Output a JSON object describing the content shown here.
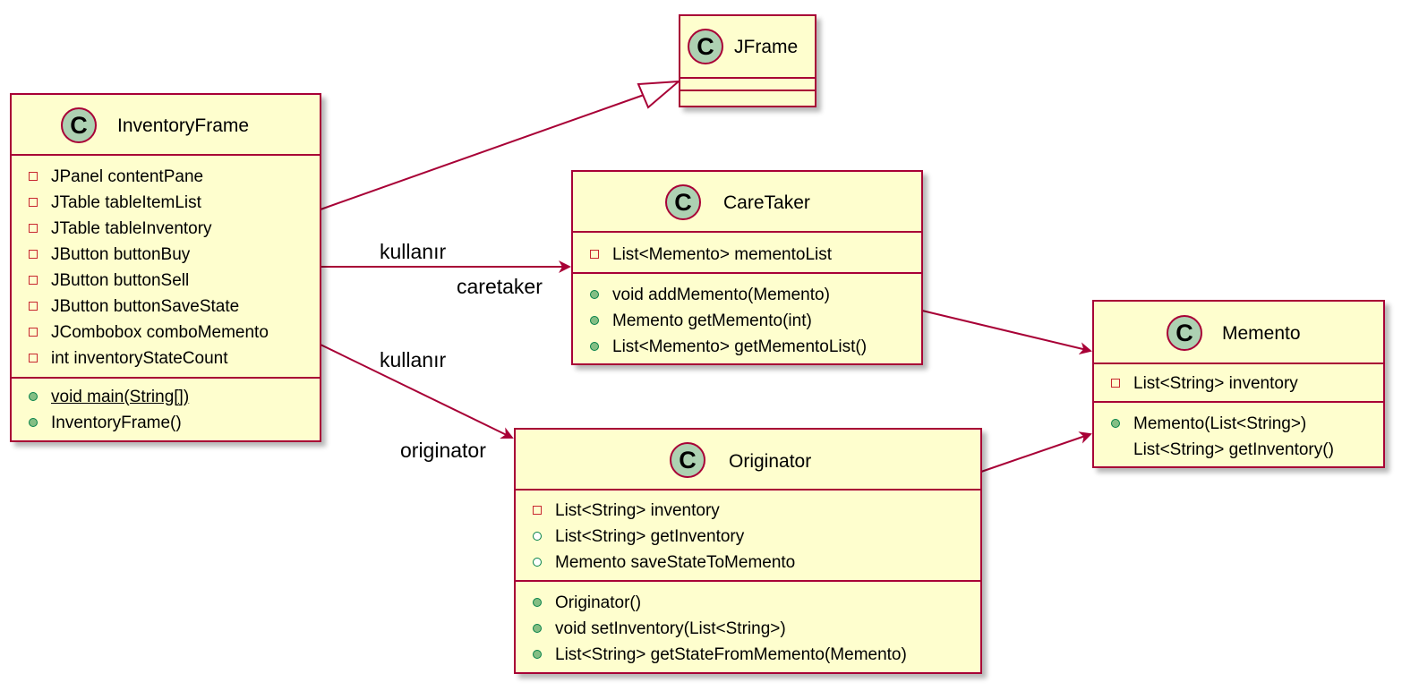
{
  "classes": {
    "jframe": {
      "name": "JFrame",
      "icon": "C",
      "attributes": [],
      "methods": []
    },
    "inventory_frame": {
      "name": "InventoryFrame",
      "icon": "C",
      "attributes": [
        {
          "vis": "private",
          "text": "JPanel contentPane"
        },
        {
          "vis": "private",
          "text": "JTable tableItemList"
        },
        {
          "vis": "private",
          "text": "JTable tableInventory"
        },
        {
          "vis": "private",
          "text": "JButton buttonBuy"
        },
        {
          "vis": "private",
          "text": "JButton buttonSell"
        },
        {
          "vis": "private",
          "text": "JButton buttonSaveState"
        },
        {
          "vis": "private",
          "text": "JCombobox comboMemento"
        },
        {
          "vis": "private",
          "text": "int inventoryStateCount"
        }
      ],
      "methods": [
        {
          "vis": "public",
          "text": "void main(String[])",
          "static": true
        },
        {
          "vis": "public",
          "text": "InventoryFrame()"
        }
      ]
    },
    "caretaker": {
      "name": "CareTaker",
      "icon": "C",
      "attributes": [
        {
          "vis": "private",
          "text": "List<Memento> mementoList"
        }
      ],
      "methods": [
        {
          "vis": "public",
          "text": "void addMemento(Memento)"
        },
        {
          "vis": "public",
          "text": "Memento getMemento(int)"
        },
        {
          "vis": "public",
          "text": "List<Memento> getMementoList()"
        }
      ]
    },
    "memento": {
      "name": "Memento",
      "icon": "C",
      "attributes": [
        {
          "vis": "private",
          "text": "List<String> inventory"
        }
      ],
      "methods": [
        {
          "vis": "public",
          "text": "Memento(List<String>)"
        },
        {
          "vis": "none",
          "text": "List<String> getInventory()"
        }
      ]
    },
    "originator": {
      "name": "Originator",
      "icon": "C",
      "attributes": [
        {
          "vis": "private",
          "text": "List<String> inventory"
        },
        {
          "vis": "protected-open",
          "text": "List<String> getInventory"
        },
        {
          "vis": "protected-open",
          "text": "Memento saveStateToMemento"
        }
      ],
      "methods": [
        {
          "vis": "public",
          "text": "Originator()"
        },
        {
          "vis": "public",
          "text": "void setInventory(List<String>)"
        },
        {
          "vis": "public",
          "text": "List<String> getStateFromMemento(Memento)"
        }
      ]
    }
  },
  "relations": {
    "uses_caretaker": {
      "label": "kullanır",
      "role": "caretaker"
    },
    "uses_originator": {
      "label": "kullanır",
      "role": "originator"
    }
  },
  "colors": {
    "class_fill": "#fefece",
    "border": "#a80036",
    "class_icon_fill": "#add1b2",
    "private_marker": "#c82930",
    "public_marker": "#84be84",
    "public_marker_border": "#038048"
  }
}
